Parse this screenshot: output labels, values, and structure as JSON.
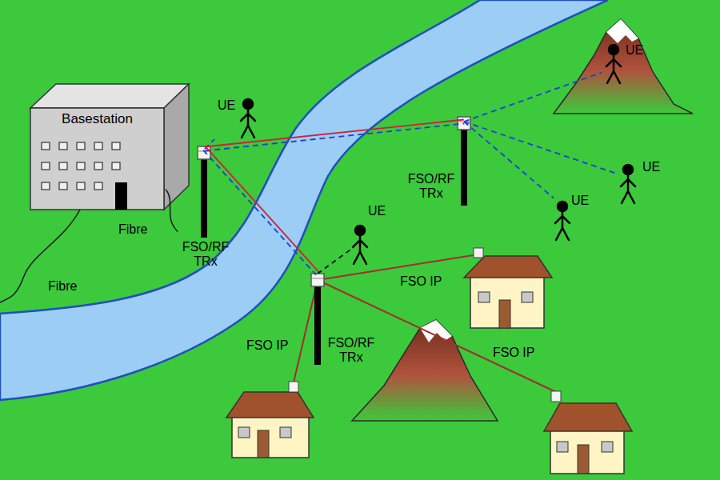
{
  "diagram": {
    "nodes": [
      {
        "text": [
          "Basestation"
        ]
      },
      {
        "text": [
          "UE"
        ]
      },
      {
        "text": [
          "FSO/RF TRx"
        ]
      },
      {
        "text": [
          "UE"
        ]
      },
      {
        "text": [
          "FSO/RF TRx"
        ]
      },
      {
        "text": [
          "UE"
        ]
      },
      {
        "text": [
          "UE"
        ]
      },
      {
        "text": [
          "UE"
        ]
      },
      {
        "text": [
          "FSO/RF TRx"
        ]
      }
    ],
    "edges": [
      {
        "from": 0,
        "to": 2,
        "arrow": "none",
        "label": "Fibre"
      },
      {
        "from": 2,
        "to": 1,
        "arrow": "none"
      },
      {
        "from": 2,
        "to": 4,
        "arrow": "none"
      },
      {
        "from": 2,
        "to": 8,
        "arrow": "none"
      },
      {
        "from": 4,
        "to": 3,
        "arrow": "none"
      },
      {
        "from": 4,
        "to": 5,
        "arrow": "none"
      },
      {
        "from": 4,
        "to": 6,
        "arrow": "none"
      },
      {
        "from": 8,
        "to": 7,
        "arrow": "none"
      }
    ],
    "labels": [
      "Fibre",
      "FSO IP",
      "FSO IP",
      "FSO IP"
    ]
  }
}
